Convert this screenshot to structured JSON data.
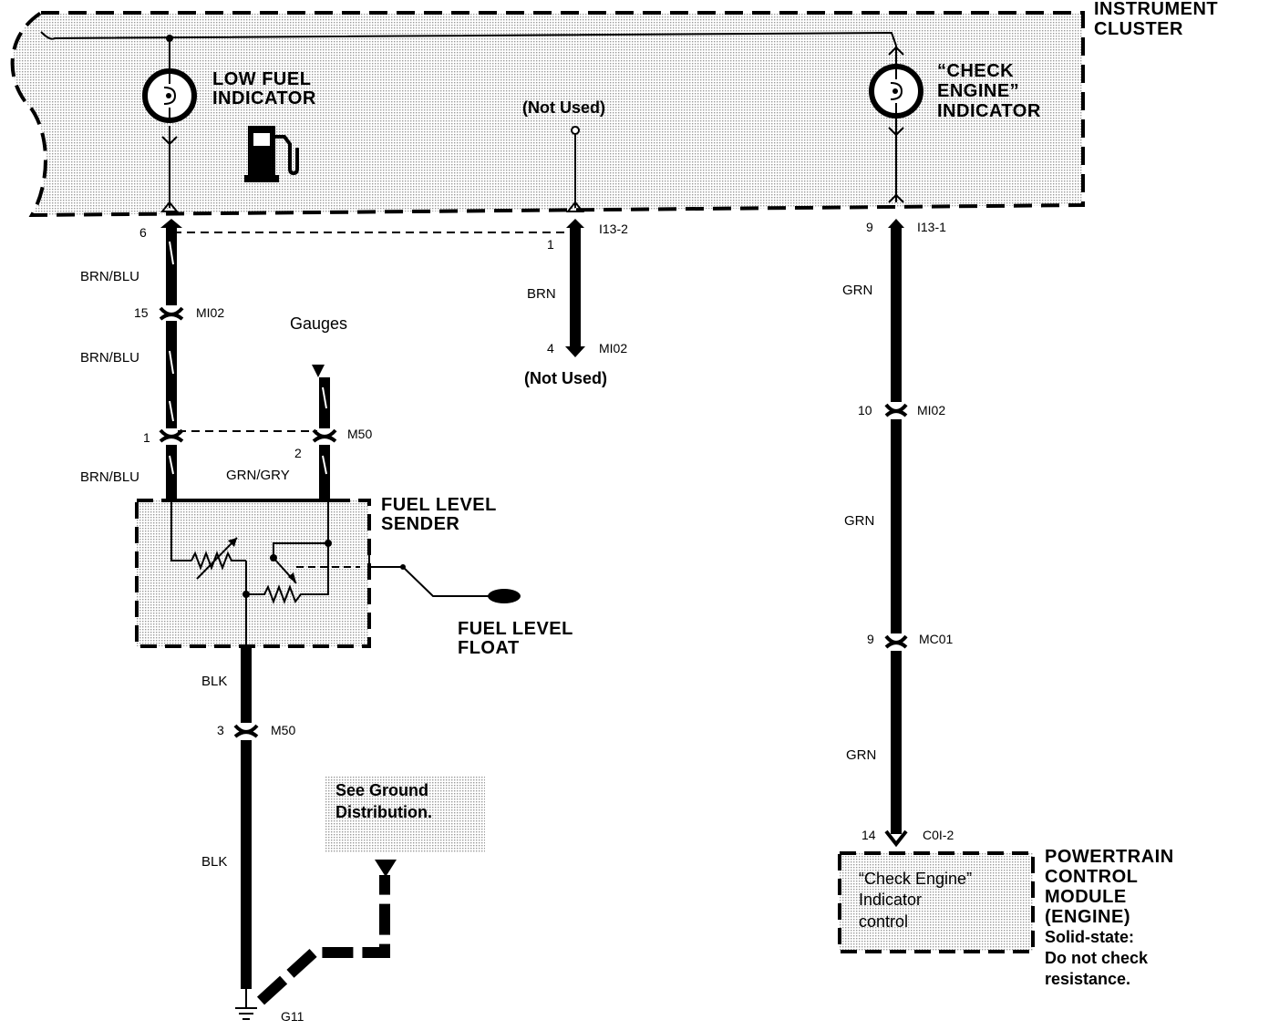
{
  "instrument_cluster": {
    "title_line1": "INSTRUMENT",
    "title_line2": "CLUSTER",
    "low_fuel_line1": "LOW FUEL",
    "low_fuel_line2": "INDICATOR",
    "not_used_top": "(Not Used)",
    "check_engine_line1": "“CHECK",
    "check_engine_line2": "ENGINE”",
    "check_engine_line3": "INDICATOR"
  },
  "connectors": {
    "left_pin_6": "6",
    "mid_pin_1": "1",
    "mid_conn_i13_2": "I13-2",
    "right_pin_9": "9",
    "right_conn_i13_1": "I13-1",
    "left_pin_15": "15",
    "left_conn_mi02": "MI02",
    "mid_pin_4": "4",
    "mid_conn_mi02": "MI02",
    "not_used_bottom": "(Not Used)",
    "gauges": "Gauges",
    "sender_pin_1": "1",
    "sender_pin_2": "2",
    "sender_conn_m50": "M50",
    "right_pin_10": "10",
    "right_conn_mi02": "MI02",
    "right_pin_9b": "9",
    "right_conn_mc01": "MC01",
    "right_pin_14": "14",
    "right_conn_c01_2": "C0I-2",
    "ground_pin_3": "3",
    "ground_conn_m50": "M50",
    "ground_name": "G11"
  },
  "wires": {
    "brn_blu_1": "BRN/BLU",
    "brn_blu_2": "BRN/BLU",
    "brn_blu_3": "BRN/BLU",
    "grn_gry": "GRN/GRY",
    "brn": "BRN",
    "grn_1": "GRN",
    "grn_2": "GRN",
    "grn_3": "GRN",
    "blk_1": "BLK",
    "blk_2": "BLK"
  },
  "fuel_sender": {
    "title_line1": "FUEL LEVEL",
    "title_line2": "SENDER",
    "float_line1": "FUEL LEVEL",
    "float_line2": "FLOAT"
  },
  "ground_note": {
    "line1": "See Ground",
    "line2": "Distribution."
  },
  "pcm": {
    "inner_line1": "“Check Engine”",
    "inner_line2": "Indicator",
    "inner_line3": "control",
    "title_line1": "POWERTRAIN",
    "title_line2": "CONTROL",
    "title_line3": "MODULE",
    "title_line4": "(ENGINE)",
    "note_line1": "Solid-state:",
    "note_line2": "Do not check",
    "note_line3": "resistance."
  },
  "icons": [
    "bulb-icon",
    "fuel-pump-icon",
    "ground-symbol-icon",
    "variable-resistor-icon"
  ],
  "colors": {
    "ink": "#000000",
    "shade": "#d6d6d6",
    "paper": "#ffffff"
  }
}
